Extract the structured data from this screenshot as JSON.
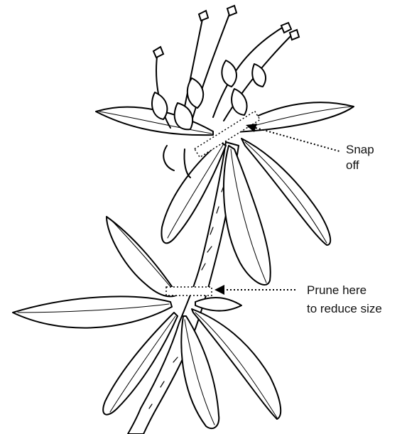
{
  "annotations": [
    {
      "id": "snap-off",
      "lines": [
        "Snap",
        "off"
      ]
    },
    {
      "id": "prune-here",
      "lines": [
        "Prune here",
        "to reduce size"
      ]
    }
  ],
  "colors": {
    "ink": "#000000",
    "paper": "#ffffff",
    "label": "#111111"
  },
  "icons": [
    "arrow-head-icon"
  ]
}
